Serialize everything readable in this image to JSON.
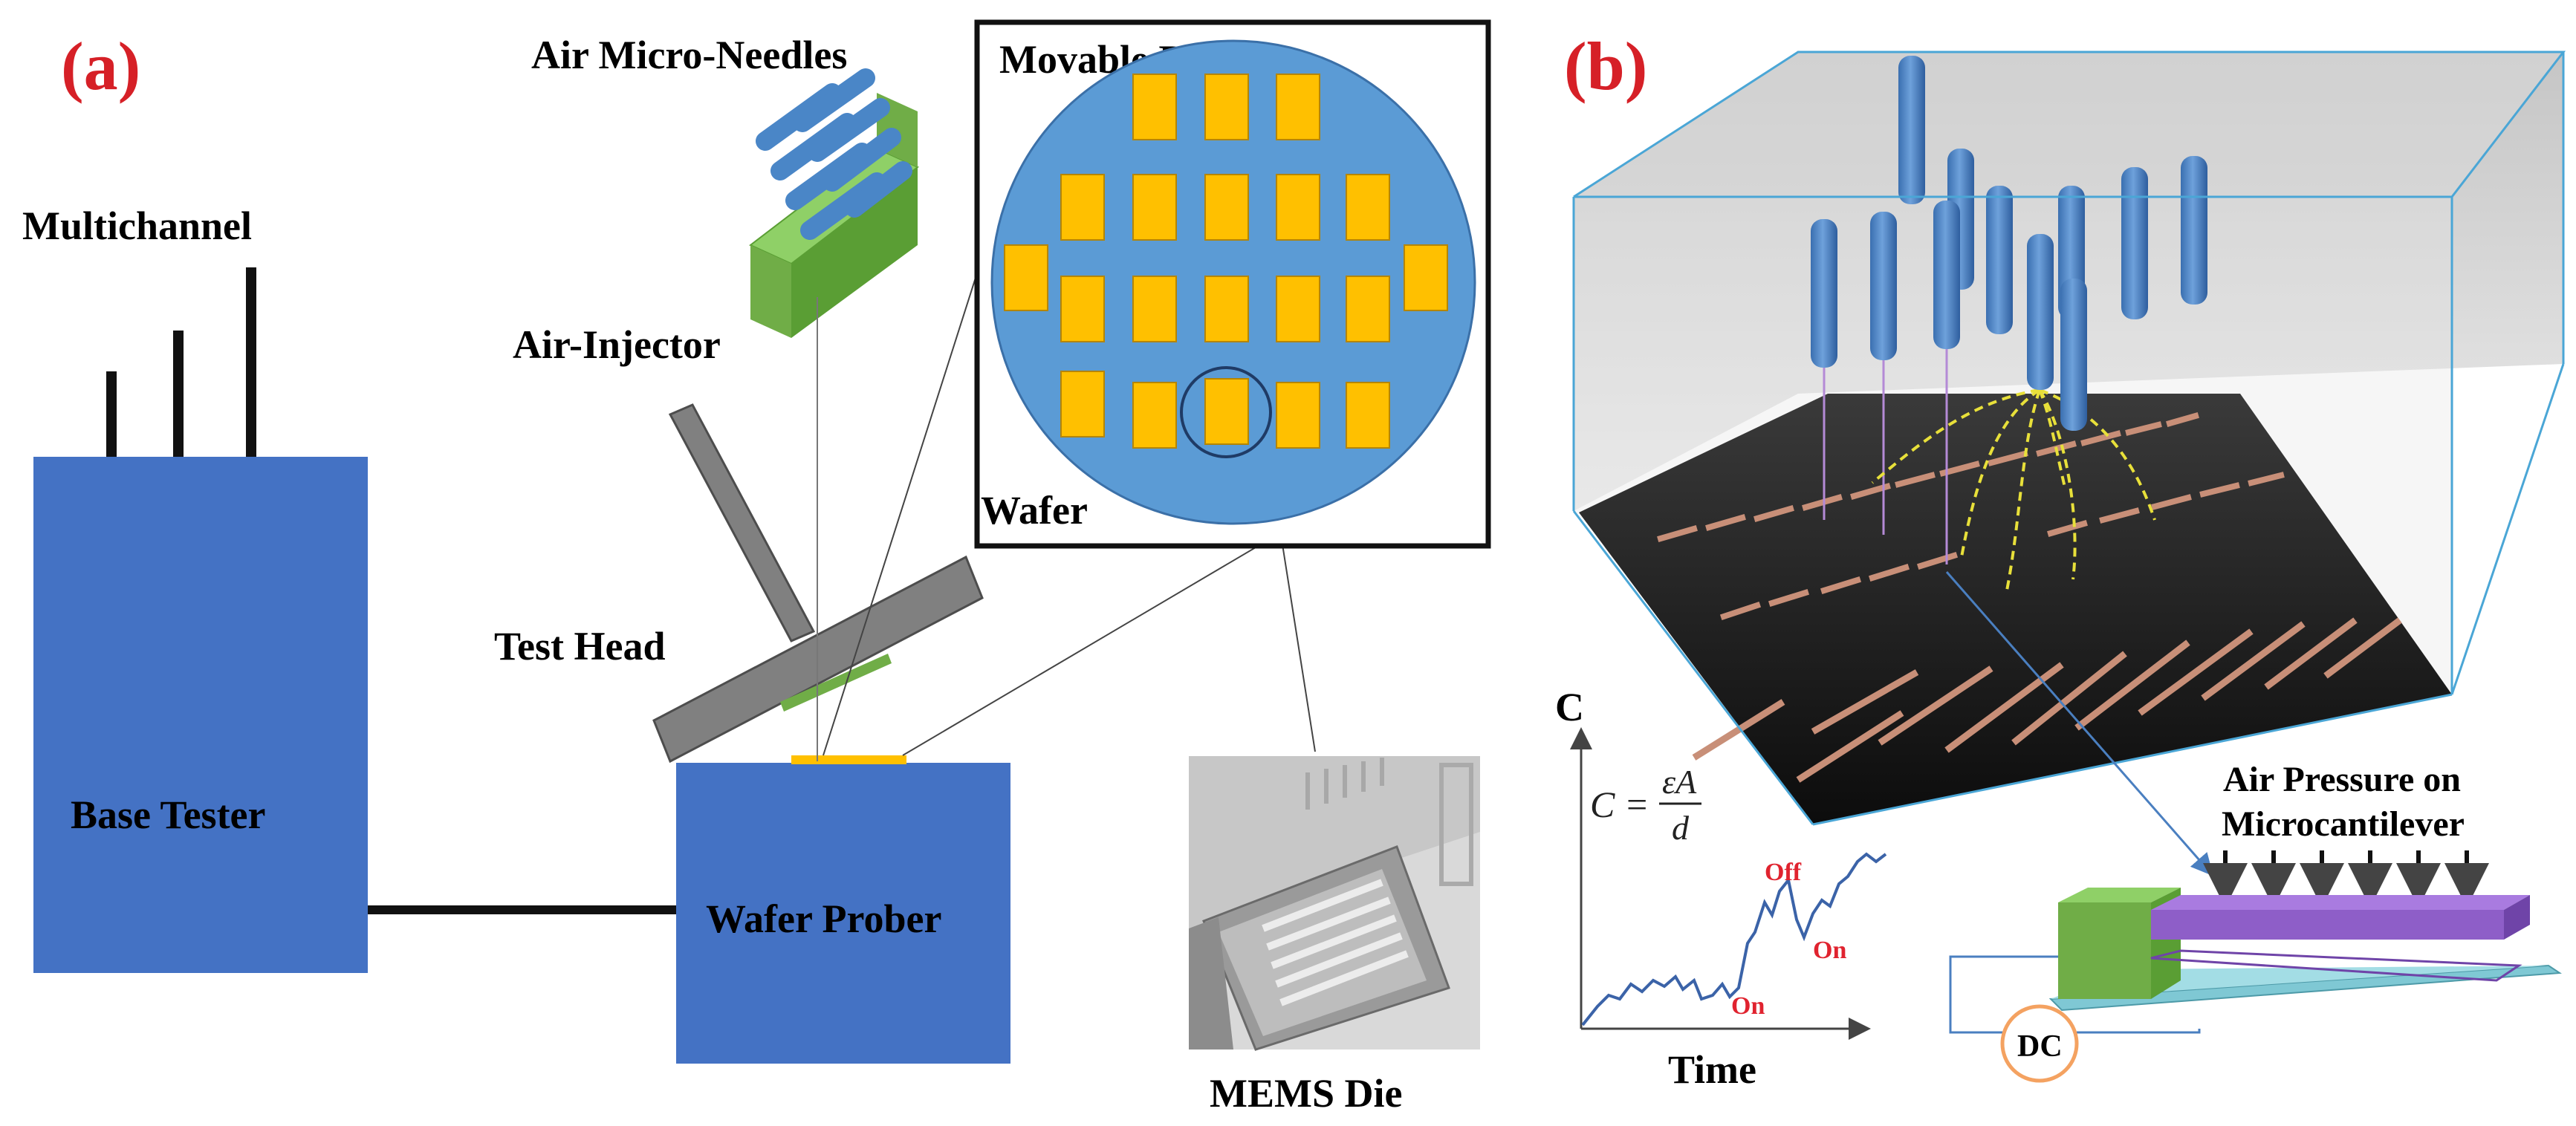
{
  "panel_a": {
    "letter": "(a)",
    "labels": {
      "multichannel": "Multichannel",
      "air_micro_needles": "Air Micro-Needles",
      "air_injector": "Air-Injector",
      "test_head": "Test Head",
      "base_tester": "Base Tester",
      "wafer_prober": "Wafer Prober",
      "movable_base": "Movable Base",
      "wafer": "Wafer",
      "mems_die": "MEMS Die"
    }
  },
  "panel_b": {
    "letter": "(b)",
    "labels": {
      "c_axis": "C",
      "time_axis": "Time",
      "formula_lhs": "C =",
      "formula_num": "εA",
      "formula_den": "d",
      "off": "Off",
      "on_1": "On",
      "on_2": "On",
      "air_pressure_line1": "Air Pressure on",
      "air_pressure_line2": "Microcantilever",
      "dc": "DC"
    }
  },
  "colors": {
    "panel_letter": "#d62027",
    "block_blue": "#4472c4",
    "wafer_blue": "#5b9bd5",
    "die_yellow": "#ffc000",
    "needle_green": "#70ad47",
    "head_gray": "#7f7f7f",
    "cantilever_purple": "#8e5ec8",
    "substrate_cyan": "#7fc8d4",
    "on_off_red": "#e0232f",
    "dc_orange": "#f4a261"
  }
}
